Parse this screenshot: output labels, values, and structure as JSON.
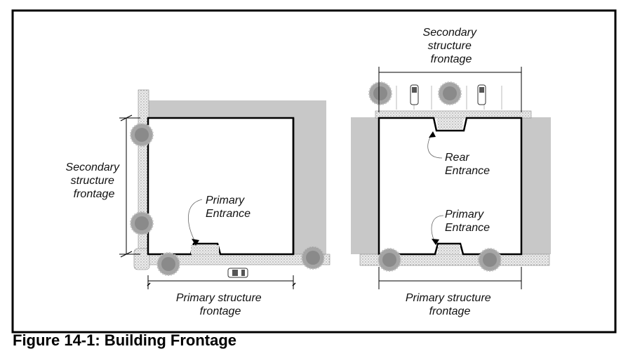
{
  "left_diagram": {
    "secondary_label": [
      "Secondary",
      "structure",
      "frontage"
    ],
    "entrance_label": [
      "Primary",
      "Entrance"
    ],
    "primary_label": [
      "Primary structure",
      "frontage"
    ]
  },
  "right_diagram": {
    "secondary_label": [
      "Secondary",
      "structure",
      "frontage"
    ],
    "rear_entrance_label": [
      "Rear",
      "Entrance"
    ],
    "entrance_label": [
      "Primary",
      "Entrance"
    ],
    "primary_label": [
      "Primary structure",
      "frontage"
    ]
  },
  "caption": "Figure 14-1: Building Frontage",
  "colors": {
    "lot": "#c8c8c8",
    "sidewalk": "#e4e4e4",
    "tree": "#9a9a9a",
    "line": "#000000"
  }
}
